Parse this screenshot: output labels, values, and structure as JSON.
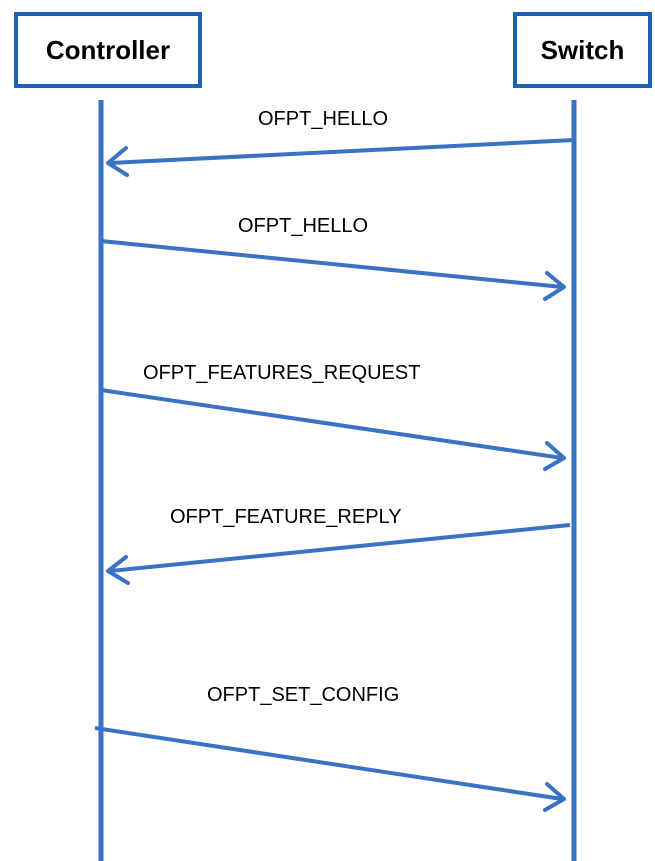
{
  "actors": {
    "controller": "Controller",
    "switch": "Switch"
  },
  "messages": [
    {
      "label": "OFPT_HELLO",
      "direction": "switch-to-controller"
    },
    {
      "label": "OFPT_HELLO",
      "direction": "controller-to-switch"
    },
    {
      "label": "OFPT_FEATURES_REQUEST",
      "direction": "controller-to-switch"
    },
    {
      "label": "OFPT_FEATURE_REPLY",
      "direction": "switch-to-controller"
    },
    {
      "label": "OFPT_SET_CONFIG",
      "direction": "controller-to-switch"
    }
  ],
  "colors": {
    "line": "#3a72c4",
    "box_border": "#1f5fb4"
  }
}
